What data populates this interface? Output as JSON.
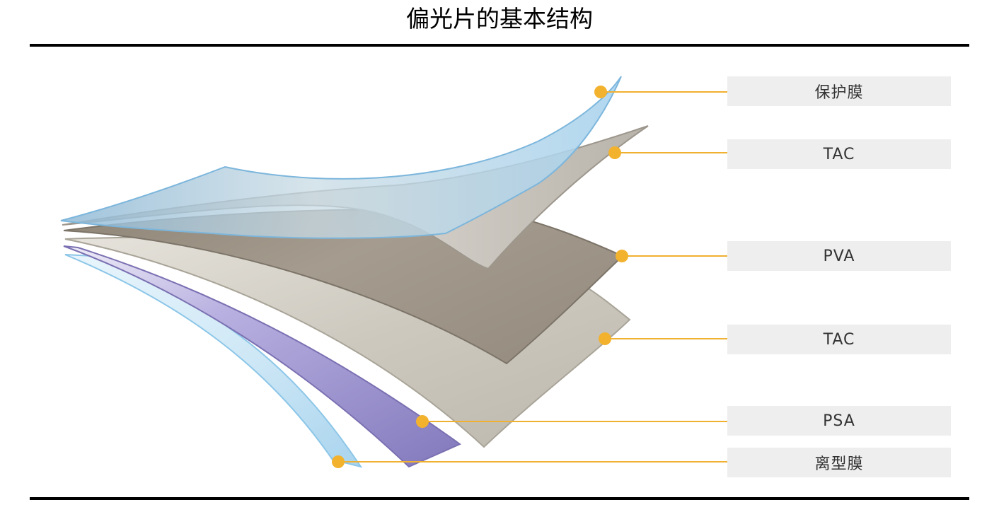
{
  "title": "偏光片的基本结构",
  "layers": [
    {
      "label": "保护膜",
      "color": "#bfdcee"
    },
    {
      "label": "TAC",
      "color": "#b9b4ac"
    },
    {
      "label": "PVA",
      "color": "#948b7f"
    },
    {
      "label": "TAC",
      "color": "#c8c4ba"
    },
    {
      "label": "PSA",
      "color": "#8f84c6"
    },
    {
      "label": "离型膜",
      "color": "#b8dcef"
    }
  ],
  "accent_color": "#f0b030"
}
